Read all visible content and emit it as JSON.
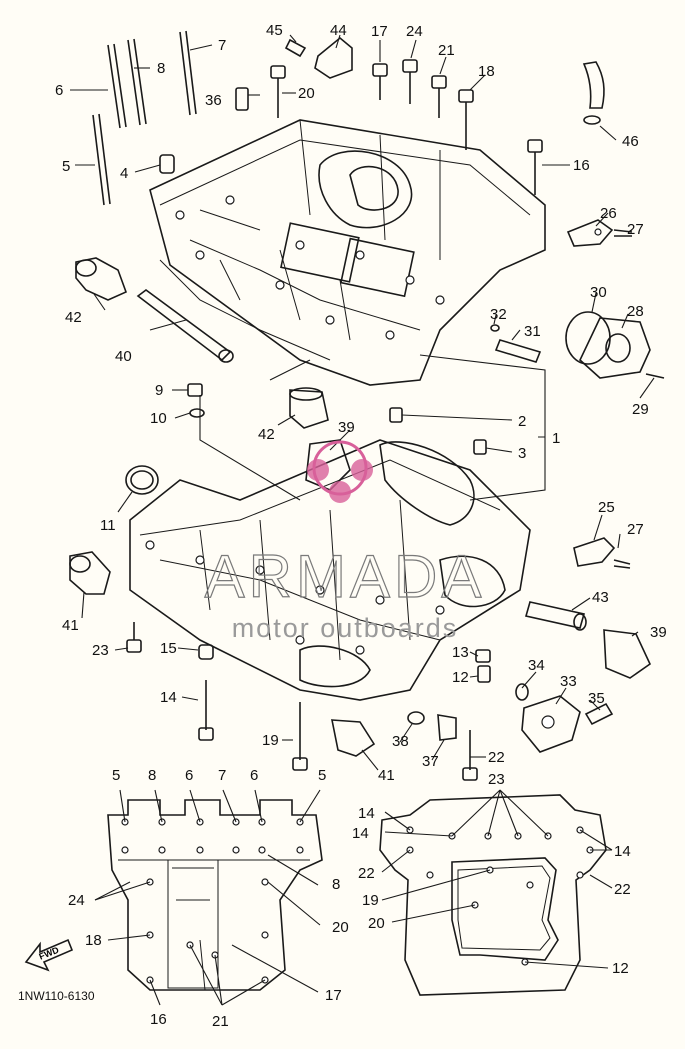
{
  "diagram": {
    "catalog_code": "1NW110-6130",
    "front_marker": "FWD",
    "watermark": {
      "brand": "ARMADA",
      "tagline": "motor outboards",
      "brand_color": "#d8609a"
    },
    "callouts": {
      "c1": "1",
      "c2": "2",
      "c3": "3",
      "c4": "4",
      "c5": "5",
      "c6": "6",
      "c7": "7",
      "c8": "8",
      "c9": "9",
      "c10": "10",
      "c11": "11",
      "c12": "12",
      "c13": "13",
      "c14": "14",
      "c15": "15",
      "c16": "16",
      "c17": "17",
      "c18": "18",
      "c19": "19",
      "c20": "20",
      "c21": "21",
      "c22": "22",
      "c23": "23",
      "c24": "24",
      "c25": "25",
      "c26": "26",
      "c27": "27",
      "c28": "28",
      "c29": "29",
      "c30": "30",
      "c31": "31",
      "c32": "32",
      "c33": "33",
      "c34": "34",
      "c35": "35",
      "c36": "36",
      "c37": "37",
      "c38": "38",
      "c39": "39",
      "c40": "40",
      "c41": "41",
      "c42": "42",
      "c43": "43",
      "c44": "44",
      "c45": "45",
      "c46": "46"
    }
  }
}
